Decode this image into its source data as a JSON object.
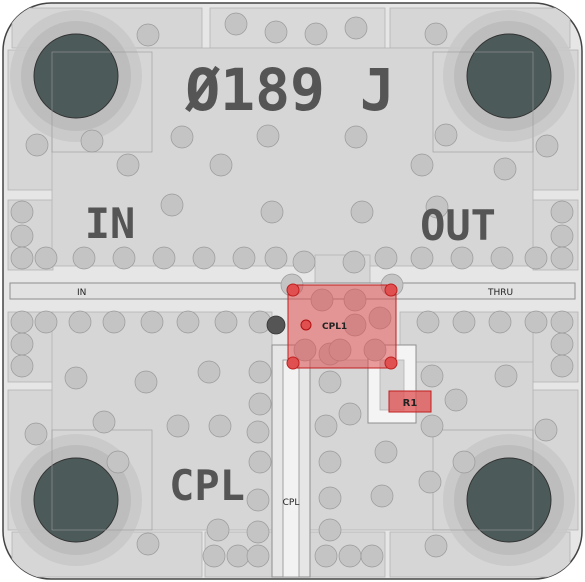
{
  "labels": {
    "part_number": "Ø189 J",
    "port_in": "IN",
    "port_out": "OUT",
    "port_cpl": "CPL",
    "trace_in": "IN",
    "trace_thru": "THRU",
    "trace_cpl": "CPL",
    "component_cpl1": "CPL1",
    "component_r1": "R1"
  },
  "colors": {
    "board": "#e6e6e6",
    "metal": "#d6d6d6",
    "via": "#c4c4c4",
    "via_stroke": "#9a9a9a",
    "mount_hole": "#4d5a5a",
    "highlight": "#e05050",
    "highlight_stroke": "#c02020"
  }
}
